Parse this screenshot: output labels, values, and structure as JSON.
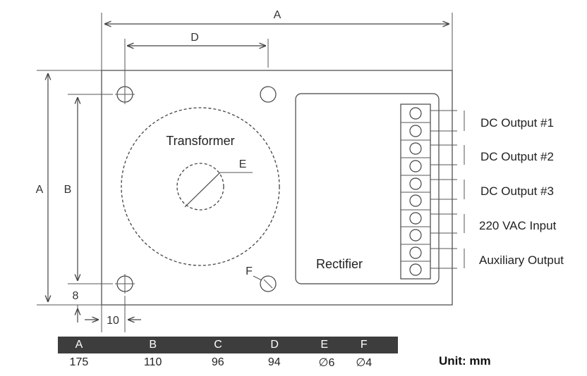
{
  "dimensions": {
    "A_top": "A",
    "D": "D",
    "A_left": "A",
    "B": "B",
    "E": "E",
    "F": "F",
    "eight": "8",
    "ten": "10"
  },
  "labels": {
    "transformer": "Transformer",
    "rectifier": "Rectifier"
  },
  "terminals": [
    "DC Output #1",
    "DC Output #2",
    "DC Output #3",
    "220 VAC Input",
    "Auxiliary Output"
  ],
  "table": {
    "headers": [
      "A",
      "B",
      "C",
      "D",
      "E",
      "F"
    ],
    "values": [
      "175",
      "110",
      "96",
      "94",
      "∅6",
      "∅4"
    ]
  },
  "unit": "Unit: mm"
}
